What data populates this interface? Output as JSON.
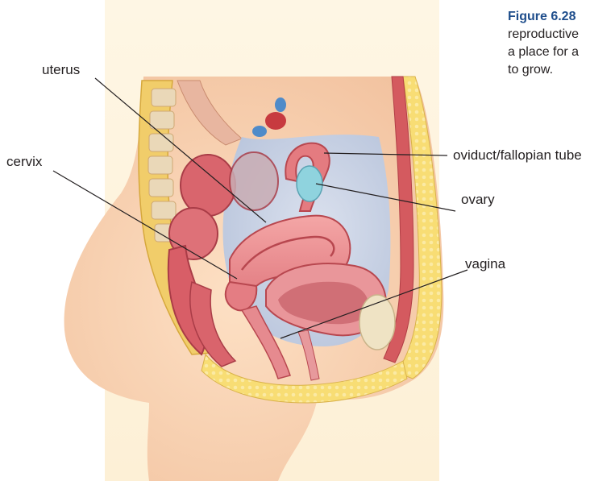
{
  "figure": {
    "number": "Figure 6.28",
    "caption_lines": [
      "reproductive",
      "a place for a",
      "to grow."
    ]
  },
  "labels": {
    "uterus": "uterus",
    "cervix": "cervix",
    "oviduct": "oviduct/fallopian tube",
    "ovary": "ovary",
    "vagina": "vagina"
  },
  "colors": {
    "skin": "#f7cfae",
    "background_panel": "#fdf0d4",
    "organ": "#e98a8a",
    "organ_dark": "#c94b55",
    "cavity": "#c9d2e4",
    "fat": "#f7d86a",
    "ovary": "#8fd3de",
    "accent": "#1f4e8c"
  }
}
